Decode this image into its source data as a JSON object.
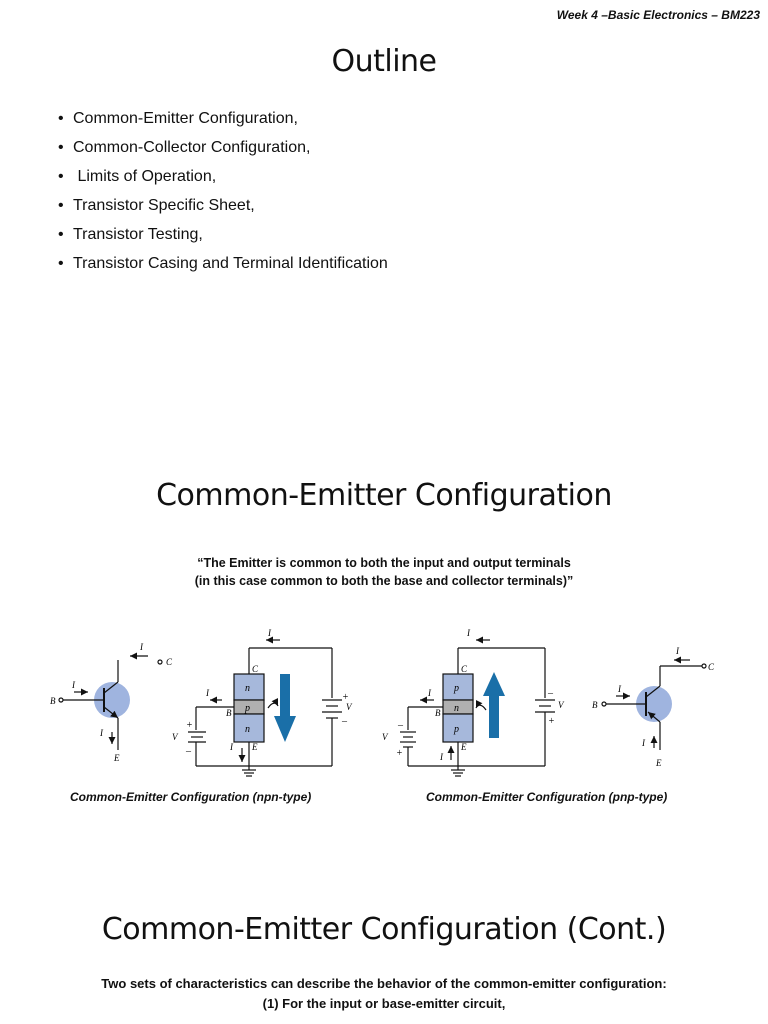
{
  "header": "Week 4 –Basic Electronics – BM223",
  "slide1": {
    "title": "Outline",
    "bullets": [
      "Common-Emitter Configuration,",
      "Common-Collector Configuration,",
      " Limits of Operation,",
      "Transistor Specific Sheet,",
      "Transistor Testing,",
      "Transistor Casing and Terminal Identification"
    ]
  },
  "slide2": {
    "title": "Common-Emitter Configuration",
    "quote_line1": "“The Emitter is common to both the input and output terminals",
    "quote_line2": "(in this case common to both the base and collector terminals)”",
    "caption_npn": "Common-Emitter Configuration (npn-type)",
    "caption_pnp": "Common-Emitter Configuration (pnp-type)",
    "labels": {
      "B": "B",
      "C": "C",
      "E": "E",
      "IB": "I",
      "IC": "I",
      "IE": "I",
      "VBB": "V",
      "VCC": "V",
      "n": "n",
      "p": "p",
      "plus": "+",
      "minus": "–"
    }
  },
  "slide3": {
    "title": "Common-Emitter Configuration (Cont.)",
    "line1": "Two sets of characteristics can describe the behavior of the common-emitter configuration:",
    "line2": "(1) For the input or base-emitter circuit,"
  },
  "colors": {
    "transistor_circle": "#9fb4df",
    "semiconductor": "#a6b8db",
    "base_layer": "#b0b0b0",
    "arrow": "#1a6fa8"
  }
}
